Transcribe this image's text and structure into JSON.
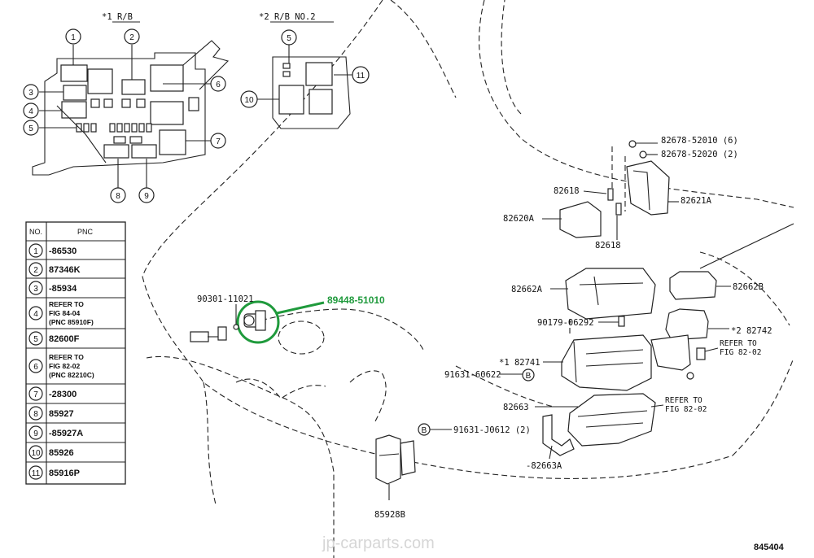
{
  "relay_block_1": {
    "title": "*1 R/B",
    "callouts": [
      "1",
      "2",
      "3",
      "4",
      "5",
      "6",
      "7",
      "8",
      "9"
    ]
  },
  "relay_block_2": {
    "title": "*2 R/B NO.2",
    "callouts": [
      "5",
      "11",
      "10"
    ]
  },
  "pnc_table": {
    "headers": {
      "no": "NO.",
      "pnc": "PNC"
    },
    "rows": [
      {
        "no": "1",
        "pnc": "-86530"
      },
      {
        "no": "2",
        "pnc": "87346K"
      },
      {
        "no": "3",
        "pnc": "-85934"
      },
      {
        "no": "4",
        "pnc_lines": [
          "REFER TO",
          "FIG 84-04",
          "(PNC 85910F)"
        ]
      },
      {
        "no": "5",
        "pnc": "82600F"
      },
      {
        "no": "6",
        "pnc_lines": [
          "REFER TO",
          "FIG 82-02",
          "(PNC 82210C)"
        ]
      },
      {
        "no": "7",
        "pnc": "-28300"
      },
      {
        "no": "8",
        "pnc": "85927"
      },
      {
        "no": "9",
        "pnc": "-85927A"
      },
      {
        "no": "10",
        "pnc": "85926"
      },
      {
        "no": "11",
        "pnc": "85916P"
      }
    ]
  },
  "part_labels": {
    "bolt_90301": "90301-11021",
    "sensor_highlight": "89448-51010",
    "screw_52010": "82678-52010 (6)",
    "screw_52020": "82678-52020 (2)",
    "p82618_top": "82618",
    "p82618_bottom": "82618",
    "p82621A": "82621A",
    "p82620A": "82620A",
    "p82662A": "82662A",
    "p82662B": "82662B",
    "p90179": "90179-06292",
    "p82742": "*2 82742",
    "refer_1": [
      "REFER TO",
      "FIG 82-02"
    ],
    "p82741": "*1 82741",
    "p91631_60622": "91631-60622",
    "marker_b": "B",
    "p82663": "82663",
    "refer_2": [
      "REFER TO",
      "FIG 82-02"
    ],
    "p91631_j0612": "91631-J0612 (2)",
    "p82663A": "-82663A",
    "p85928B": "85928B",
    "figure_number": "845404"
  },
  "watermark": "jp-carparts.com",
  "colors": {
    "highlight": "#1f9a3c",
    "ink": "#222222",
    "background": "#ffffff"
  }
}
